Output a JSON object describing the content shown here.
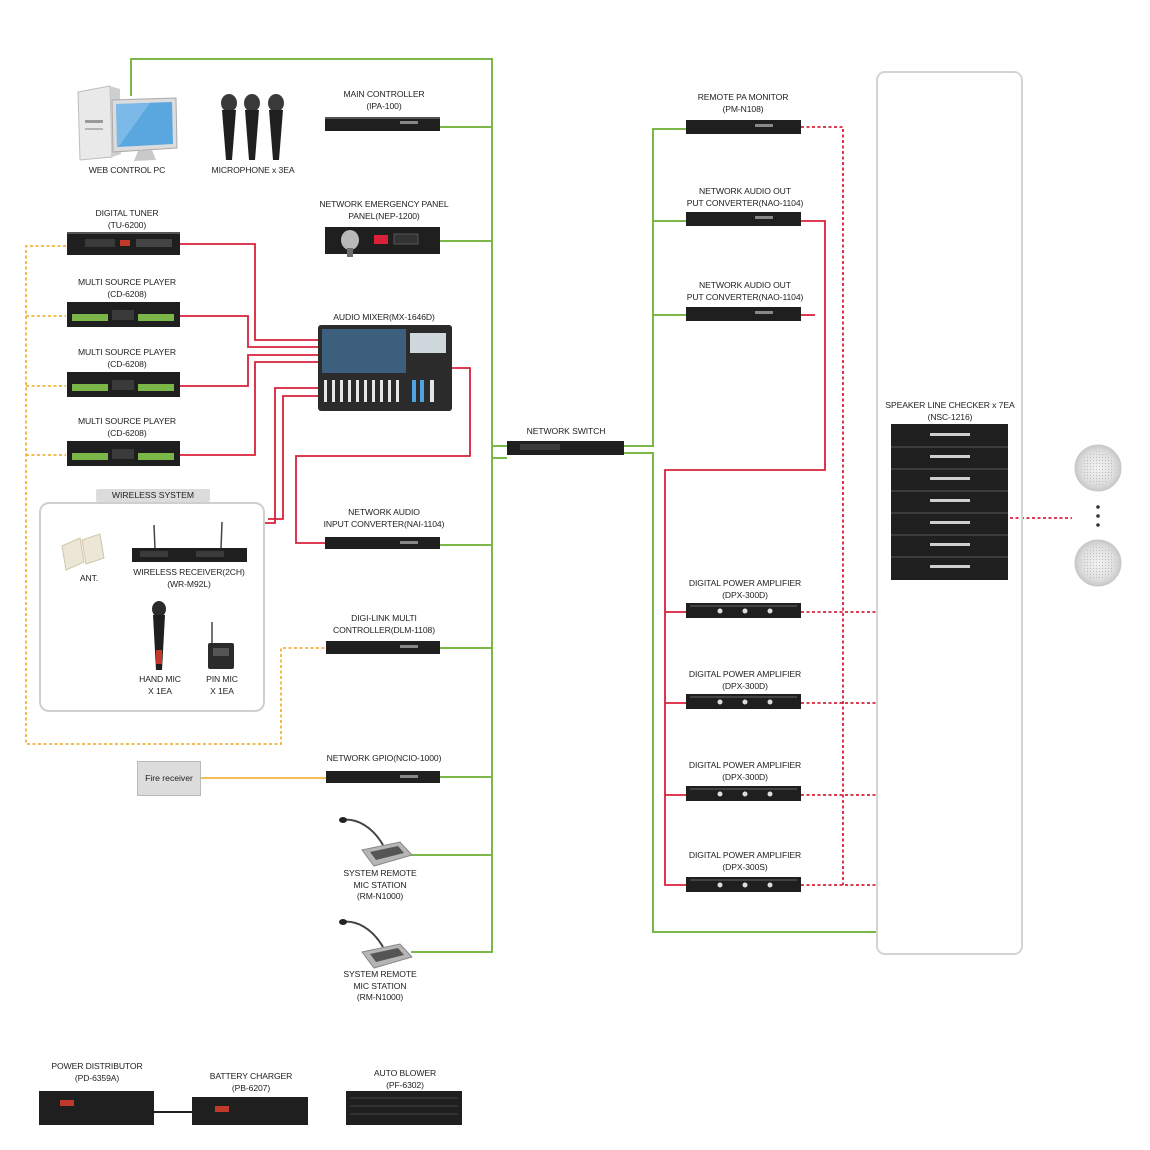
{
  "devices": {
    "web_pc": [
      "WEB CONTROL PC"
    ],
    "microphones": [
      "MICROPHONE x 3EA"
    ],
    "main_controller": [
      "MAIN CONTROLLER",
      "(IPA-100)"
    ],
    "emergency_panel": [
      "NETWORK EMERGENCY PANEL",
      "PANEL(NEP-1200)"
    ],
    "digital_tuner": [
      "DIGITAL TUNER",
      "(TU-6200)"
    ],
    "player_1": [
      "MULTI SOURCE PLAYER",
      "(CD-6208)"
    ],
    "player_2": [
      "MULTI SOURCE PLAYER",
      "(CD-6208)"
    ],
    "player_3": [
      "MULTI SOURCE PLAYER",
      "(CD-6208)"
    ],
    "audio_mixer": [
      "AUDIO MIXER(MX-1646D)"
    ],
    "wireless_receiver": [
      "WIRELESS RECEIVER(2CH)",
      "(WR-M92L)"
    ],
    "antenna": [
      "ANT."
    ],
    "hand_mic": [
      "HAND MIC",
      "X 1EA"
    ],
    "pin_mic": [
      "PIN MIC",
      "X 1EA"
    ],
    "audio_input_converter": [
      "NETWORK AUDIO",
      "INPUT CONVERTER(NAI-1104)"
    ],
    "digilink_controller": [
      "DIGI-LINK MULTI",
      "CONTROLLER(DLM-1108)"
    ],
    "network_gpio": [
      "NETWORK GPIO(NCIO-1000)"
    ],
    "mic_station_1": [
      "SYSTEM REMOTE",
      "MIC STATION",
      "(RM-N1000)"
    ],
    "mic_station_2": [
      "SYSTEM REMOTE",
      "MIC STATION",
      "(RM-N1000)"
    ],
    "network_switch": [
      "NETWORK SWITCH"
    ],
    "remote_pa_monitor": [
      "REMOTE PA MONITOR",
      "(PM-N108)"
    ],
    "audio_out_1": [
      "NETWORK AUDIO OUT",
      "PUT CONVERTER(NAO-1104)"
    ],
    "audio_out_2": [
      "NETWORK AUDIO OUT",
      "PUT CONVERTER(NAO-1104)"
    ],
    "amp_1": [
      "DIGITAL POWER AMPLIFIER",
      "(DPX-300D)"
    ],
    "amp_2": [
      "DIGITAL POWER AMPLIFIER",
      "(DPX-300D)"
    ],
    "amp_3": [
      "DIGITAL POWER AMPLIFIER",
      "(DPX-300D)"
    ],
    "amp_4": [
      "DIGITAL POWER AMPLIFIER",
      "(DPX-300S)"
    ],
    "line_checker": [
      "SPEAKER LINE CHECKER x 7EA",
      "(NSC-1216)"
    ],
    "power_distributor": [
      "POWER DISTRIBUTOR",
      "(PD-6359A)"
    ],
    "battery_charger": [
      "BATTERY CHARGER",
      "(PB-6207)"
    ],
    "auto_blower": [
      "AUTO BLOWER",
      "(PF-6302)"
    ]
  },
  "wireless_system_title": "WIRELESS SYSTEM",
  "fire_receiver": "Fire receiver",
  "colors": {
    "network_link": "#7ab648",
    "audio_link": "#d9213a",
    "speaker_link": "#d9213a",
    "control_link": "#f0b43c",
    "rack": "#1f1f1f"
  }
}
